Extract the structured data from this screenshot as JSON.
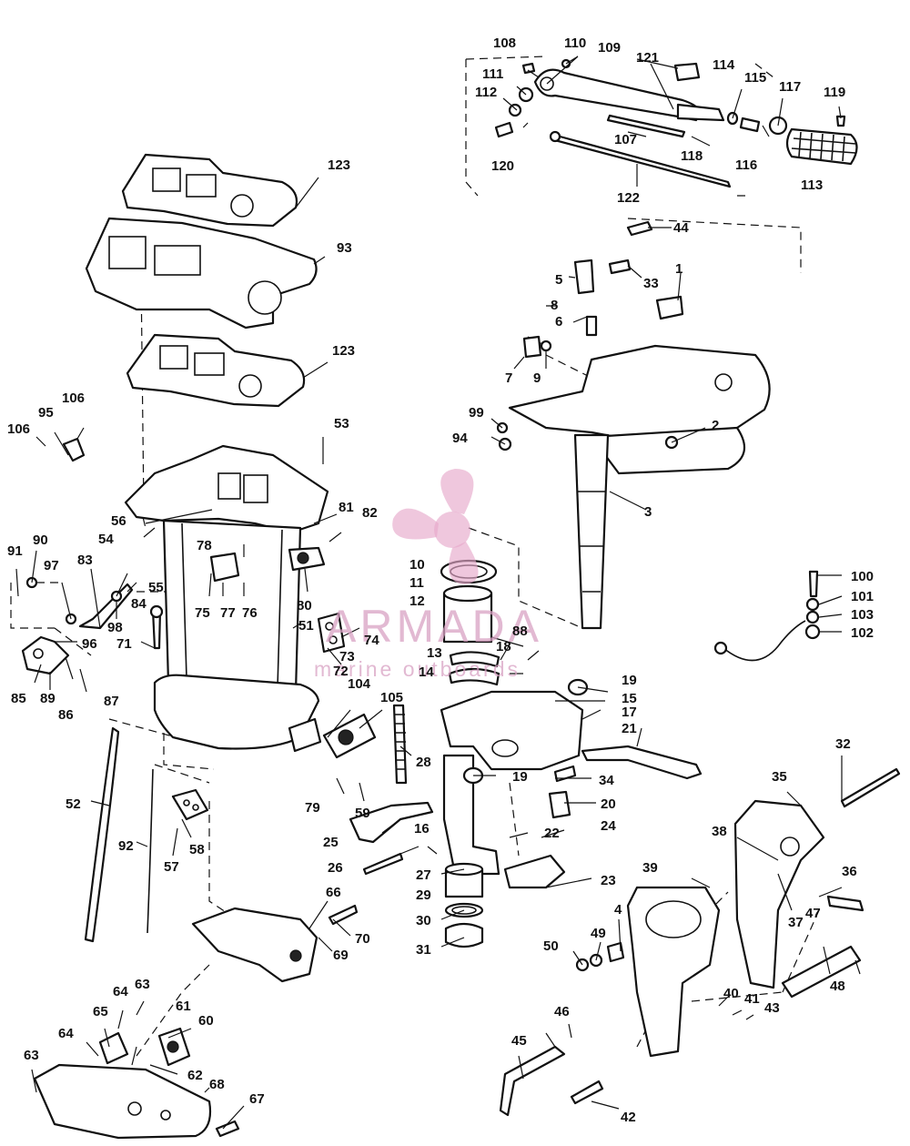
{
  "watermark": {
    "brand": "ARMADA",
    "tagline": "marine outboards",
    "color": "#d9a2c4",
    "logo": "propeller-icon"
  },
  "callouts": [
    "1",
    "2",
    "3",
    "4",
    "5",
    "6",
    "7",
    "8",
    "9",
    "10",
    "11",
    "12",
    "13",
    "14",
    "15",
    "16",
    "17",
    "18",
    "19",
    "19",
    "20",
    "21",
    "22",
    "23",
    "24",
    "25",
    "26",
    "27",
    "28",
    "29",
    "30",
    "31",
    "32",
    "33",
    "34",
    "35",
    "36",
    "37",
    "38",
    "39",
    "40",
    "41",
    "42",
    "43",
    "44",
    "45",
    "46",
    "47",
    "48",
    "49",
    "50",
    "51",
    "52",
    "53",
    "54",
    "55",
    "56",
    "57",
    "58",
    "59",
    "60",
    "61",
    "62",
    "63",
    "63",
    "64",
    "64",
    "65",
    "66",
    "67",
    "68",
    "69",
    "70",
    "71",
    "72",
    "73",
    "74",
    "75",
    "76",
    "77",
    "78",
    "79",
    "80",
    "81",
    "82",
    "83",
    "84",
    "85",
    "86",
    "87",
    "88",
    "89",
    "90",
    "91",
    "92",
    "93",
    "94",
    "95",
    "96",
    "97",
    "98",
    "99",
    "100",
    "101",
    "102",
    "103",
    "104",
    "105",
    "106",
    "106",
    "107",
    "108",
    "109",
    "110",
    "111",
    "112",
    "113",
    "114",
    "115",
    "116",
    "117",
    "118",
    "119",
    "120",
    "121",
    "122",
    "123",
    "123"
  ]
}
